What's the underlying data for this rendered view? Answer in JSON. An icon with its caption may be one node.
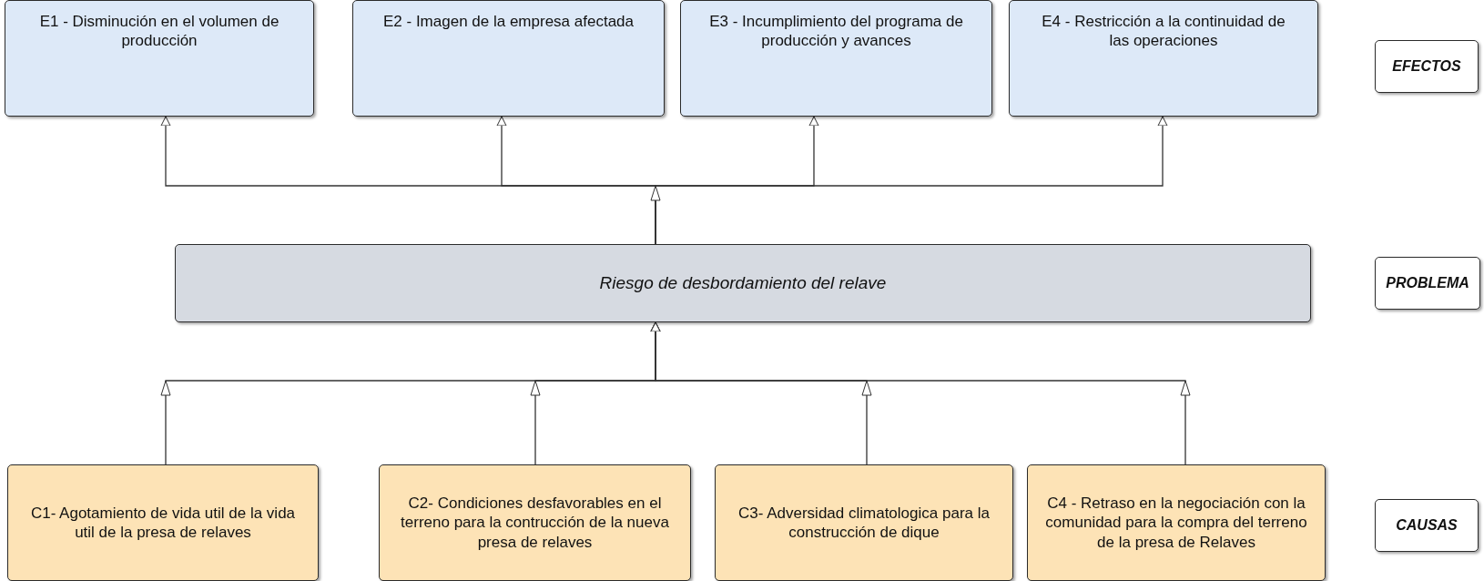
{
  "diagram": {
    "nodes": [
      {
        "text": [
          "E1 - Disminución en el volumen de producción"
        ]
      },
      {
        "text": [
          "E2 - Imagen de la empresa afectada"
        ]
      },
      {
        "text": [
          "E3 - Incumplimiento del programa de producción y avances"
        ]
      },
      {
        "text": [
          "E4 - Restricción a la continuidad de las operaciones"
        ]
      },
      {
        "text": [
          "EFECTOS"
        ]
      },
      {
        "text": [
          "Riesgo de desbordamiento del relave"
        ]
      },
      {
        "text": [
          "PROBLEMA"
        ]
      },
      {
        "text": [
          "C1- Agotamiento de vida util de la vida util de la presa de relaves"
        ]
      },
      {
        "text": [
          "C2- Condiciones desfavorables en el terreno para la contrucción de la nueva presa de relaves"
        ]
      },
      {
        "text": [
          "C3- Adversidad climatologica para la construcción de dique"
        ]
      },
      {
        "text": [
          "C4 - Retraso en la negociación con la  comunidad para la compra del terreno de la presa de Relaves"
        ]
      },
      {
        "text": [
          "CAUSAS"
        ]
      }
    ],
    "edges": [
      {
        "from": 5,
        "to": 0,
        "arrow": "to"
      },
      {
        "from": 5,
        "to": 1,
        "arrow": "to"
      },
      {
        "from": 5,
        "to": 2,
        "arrow": "to"
      },
      {
        "from": 5,
        "to": 3,
        "arrow": "to"
      },
      {
        "from": 7,
        "to": 5,
        "arrow": "to"
      },
      {
        "from": 8,
        "to": 5,
        "arrow": "to"
      },
      {
        "from": 9,
        "to": 5,
        "arrow": "to"
      },
      {
        "from": 10,
        "to": 5,
        "arrow": "to"
      }
    ]
  }
}
